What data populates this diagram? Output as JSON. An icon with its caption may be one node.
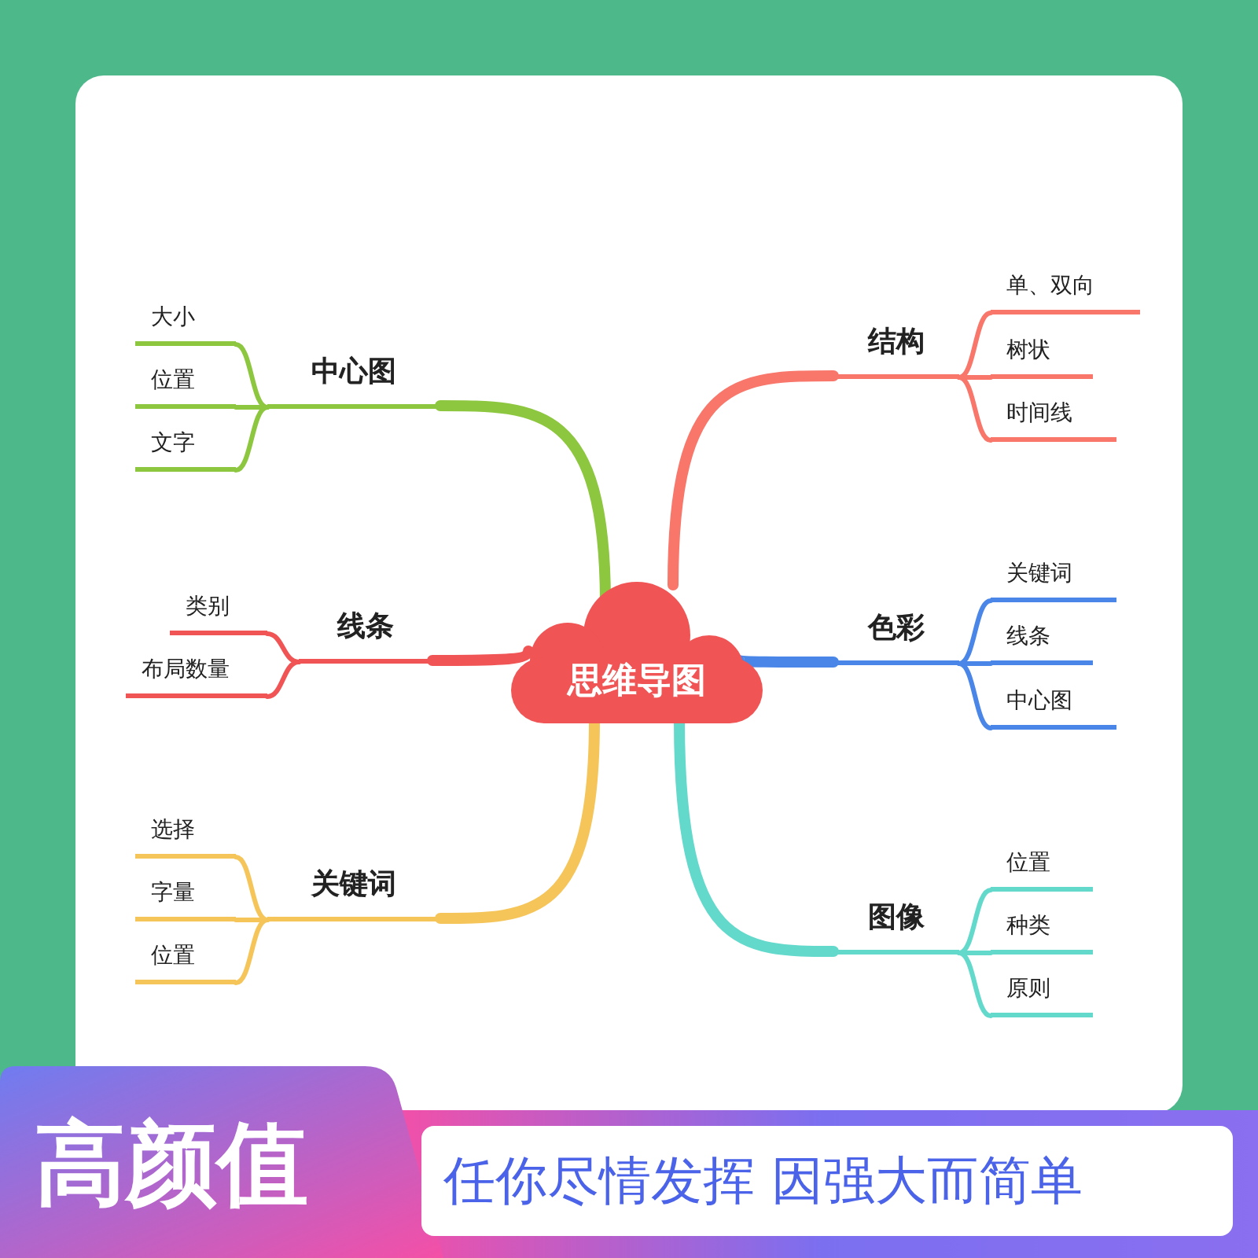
{
  "diagram": {
    "nodes": [
      {
        "text": [
          "思维导图"
        ]
      },
      {
        "text": [
          "中心图"
        ]
      },
      {
        "text": [
          "大小"
        ]
      },
      {
        "text": [
          "位置"
        ]
      },
      {
        "text": [
          "文字"
        ]
      },
      {
        "text": [
          "线条"
        ]
      },
      {
        "text": [
          "类别"
        ]
      },
      {
        "text": [
          "布局数量"
        ]
      },
      {
        "text": [
          "关键词"
        ]
      },
      {
        "text": [
          "选择"
        ]
      },
      {
        "text": [
          "字量"
        ]
      },
      {
        "text": [
          "位置"
        ]
      },
      {
        "text": [
          "结构"
        ]
      },
      {
        "text": [
          "单、双向"
        ]
      },
      {
        "text": [
          "树状"
        ]
      },
      {
        "text": [
          "时间线"
        ]
      },
      {
        "text": [
          "色彩"
        ]
      },
      {
        "text": [
          "关键词"
        ]
      },
      {
        "text": [
          "线条"
        ]
      },
      {
        "text": [
          "中心图"
        ]
      },
      {
        "text": [
          "图像"
        ]
      },
      {
        "text": [
          "位置"
        ]
      },
      {
        "text": [
          "种类"
        ]
      },
      {
        "text": [
          "原则"
        ]
      }
    ],
    "edges": [
      {
        "from": 0,
        "to": 1,
        "arrow": "none",
        "style": "thick",
        "color": "#8dc63f"
      },
      {
        "from": 1,
        "to": 2,
        "arrow": "none",
        "color": "#8dc63f"
      },
      {
        "from": 1,
        "to": 3,
        "arrow": "none",
        "color": "#8dc63f"
      },
      {
        "from": 1,
        "to": 4,
        "arrow": "none",
        "color": "#8dc63f"
      },
      {
        "from": 0,
        "to": 5,
        "arrow": "none",
        "style": "thick",
        "color": "#f05454"
      },
      {
        "from": 5,
        "to": 6,
        "arrow": "none",
        "color": "#f05454"
      },
      {
        "from": 5,
        "to": 7,
        "arrow": "none",
        "color": "#f05454"
      },
      {
        "from": 0,
        "to": 8,
        "arrow": "none",
        "style": "thick",
        "color": "#f5c55a"
      },
      {
        "from": 8,
        "to": 9,
        "arrow": "none",
        "color": "#f5c55a"
      },
      {
        "from": 8,
        "to": 10,
        "arrow": "none",
        "color": "#f5c55a"
      },
      {
        "from": 8,
        "to": 11,
        "arrow": "none",
        "color": "#f5c55a"
      },
      {
        "from": 0,
        "to": 12,
        "arrow": "none",
        "style": "thick",
        "color": "#f8766a"
      },
      {
        "from": 12,
        "to": 13,
        "arrow": "none",
        "color": "#f8766a"
      },
      {
        "from": 12,
        "to": 14,
        "arrow": "none",
        "color": "#f8766a"
      },
      {
        "from": 12,
        "to": 15,
        "arrow": "none",
        "color": "#f8766a"
      },
      {
        "from": 0,
        "to": 16,
        "arrow": "none",
        "style": "thick",
        "color": "#4a86e8"
      },
      {
        "from": 16,
        "to": 17,
        "arrow": "none",
        "color": "#4a86e8"
      },
      {
        "from": 16,
        "to": 18,
        "arrow": "none",
        "color": "#4a86e8"
      },
      {
        "from": 16,
        "to": 19,
        "arrow": "none",
        "color": "#4a86e8"
      },
      {
        "from": 0,
        "to": 20,
        "arrow": "none",
        "style": "thick",
        "color": "#63d9cc"
      },
      {
        "from": 20,
        "to": 21,
        "arrow": "none",
        "color": "#63d9cc"
      },
      {
        "from": 20,
        "to": 22,
        "arrow": "none",
        "color": "#63d9cc"
      },
      {
        "from": 20,
        "to": 23,
        "arrow": "none",
        "color": "#63d9cc"
      }
    ],
    "labels": [
      "高颜值",
      "任你尽情发挥 因强大而简单"
    ]
  }
}
